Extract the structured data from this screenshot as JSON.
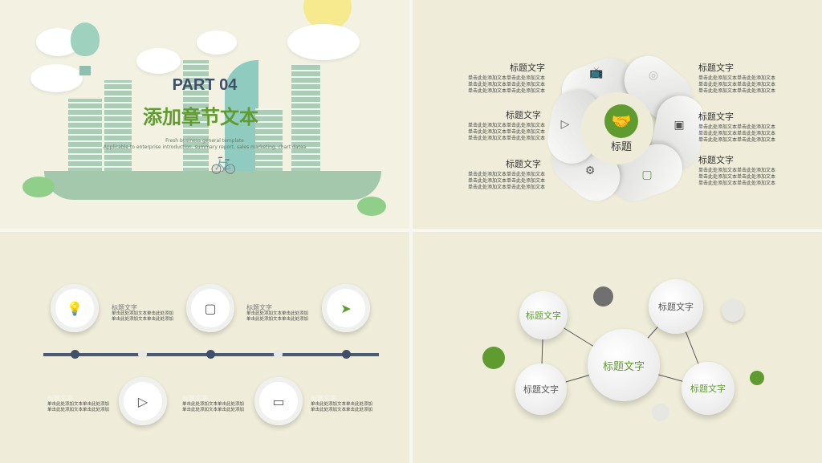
{
  "slide1": {
    "part": "PART 04",
    "title": "添加章节文本",
    "sub1": "Fresh business general template",
    "sub2": "Applicable to enterprise introduction, summary report, sales marketing, chart dataa"
  },
  "slide2": {
    "center": "标题",
    "items": [
      {
        "title": "标题文字",
        "lines": [
          "单击此处添加文本单击此处添加文本",
          "单击此处添加文本单击此处添加文本",
          "单击此处添加文本单击此处添加文本"
        ]
      }
    ],
    "line": "单击此处添加文本单击此处添加文本",
    "heading": "标题文字"
  },
  "slide3": {
    "heading": "标题文字",
    "line": "单击此处添加文本单击此处添加"
  },
  "slide4": {
    "center": "标题文字",
    "b1": "标题文字",
    "b2": "标题文字",
    "b3": "标题文字",
    "b4": "标题文字"
  },
  "colors": {
    "green": "#5f9b2f",
    "navy": "#3f4f68",
    "bg": "#efedd9"
  }
}
